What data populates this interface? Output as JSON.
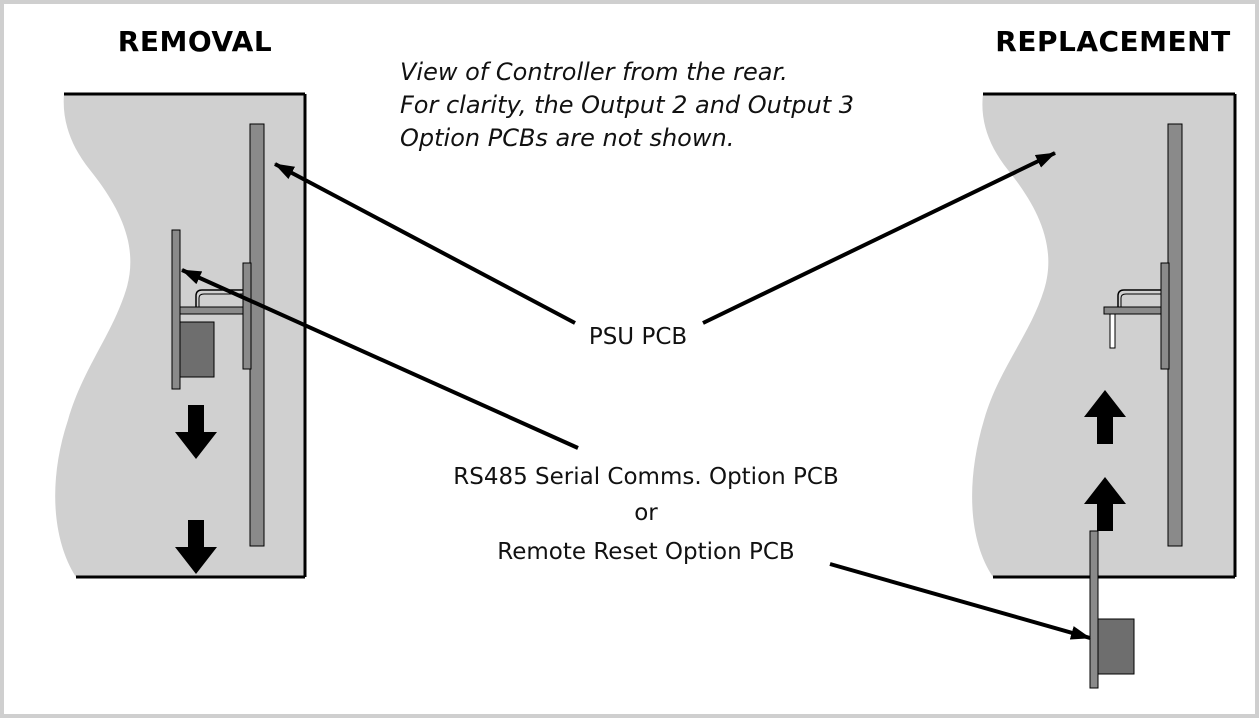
{
  "headings": {
    "removal": "REMOVAL",
    "replacement": "REPLACEMENT"
  },
  "note": {
    "line1": "View of Controller from the rear.",
    "line2": "For clarity, the Output 2 and Output 3",
    "line3": "Option PCBs are not shown."
  },
  "labels": {
    "psu_pcb": "PSU PCB",
    "option_line1": "RS485 Serial Comms. Option PCB",
    "option_line2": "or",
    "option_line3": "Remote Reset Option PCB"
  },
  "colors": {
    "housing": "#d0d0d0",
    "board": "#8a8a8a",
    "component": "#6e6e6e",
    "outline": "#000000",
    "frame": "#cfcfcf"
  }
}
